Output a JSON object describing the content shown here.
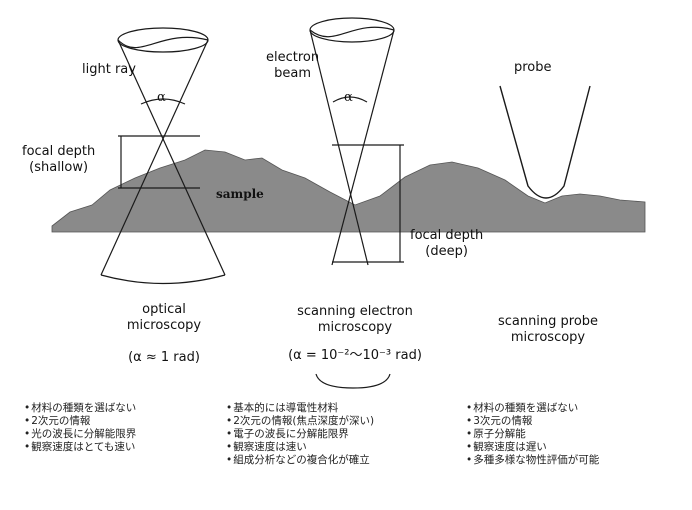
{
  "optical": {
    "light_ray": "light ray",
    "alpha": "α",
    "focal_depth_line1": "focal depth",
    "focal_depth_line2": "(shallow)",
    "title_line1": "optical",
    "title_line2": "microscopy",
    "param": "(α ≈ 1 rad)",
    "bullets": [
      "材料の種類を選ばない",
      "2次元の情報",
      "光の波長に分解能限界",
      "観察速度はとても速い"
    ]
  },
  "sem": {
    "beam_line1": "electron",
    "beam_line2": "beam",
    "alpha": "α",
    "focal_depth_line1": "focal depth",
    "focal_depth_line2": "(deep)",
    "title_line1": "scanning electron",
    "title_line2": "microscopy",
    "param": "(α = 10⁻²～10⁻³ rad)",
    "bullets": [
      "基本的には導電性材料",
      "2次元の情報(焦点深度が深い)",
      "電子の波長に分解能限界",
      "観察速度は速い",
      "組成分析などの複合化が確立"
    ]
  },
  "spm": {
    "probe": "probe",
    "title_line1": "scanning probe",
    "title_line2": "microscopy",
    "bullets": [
      "材料の種類を選ばない",
      "3次元の情報",
      "原子分解能",
      "観察速度は遅い",
      "多種多様な物性評価が可能"
    ]
  },
  "sample_label": "sample",
  "colors": {
    "sample": "#8a8a8a",
    "line": "#1a1a1a"
  }
}
